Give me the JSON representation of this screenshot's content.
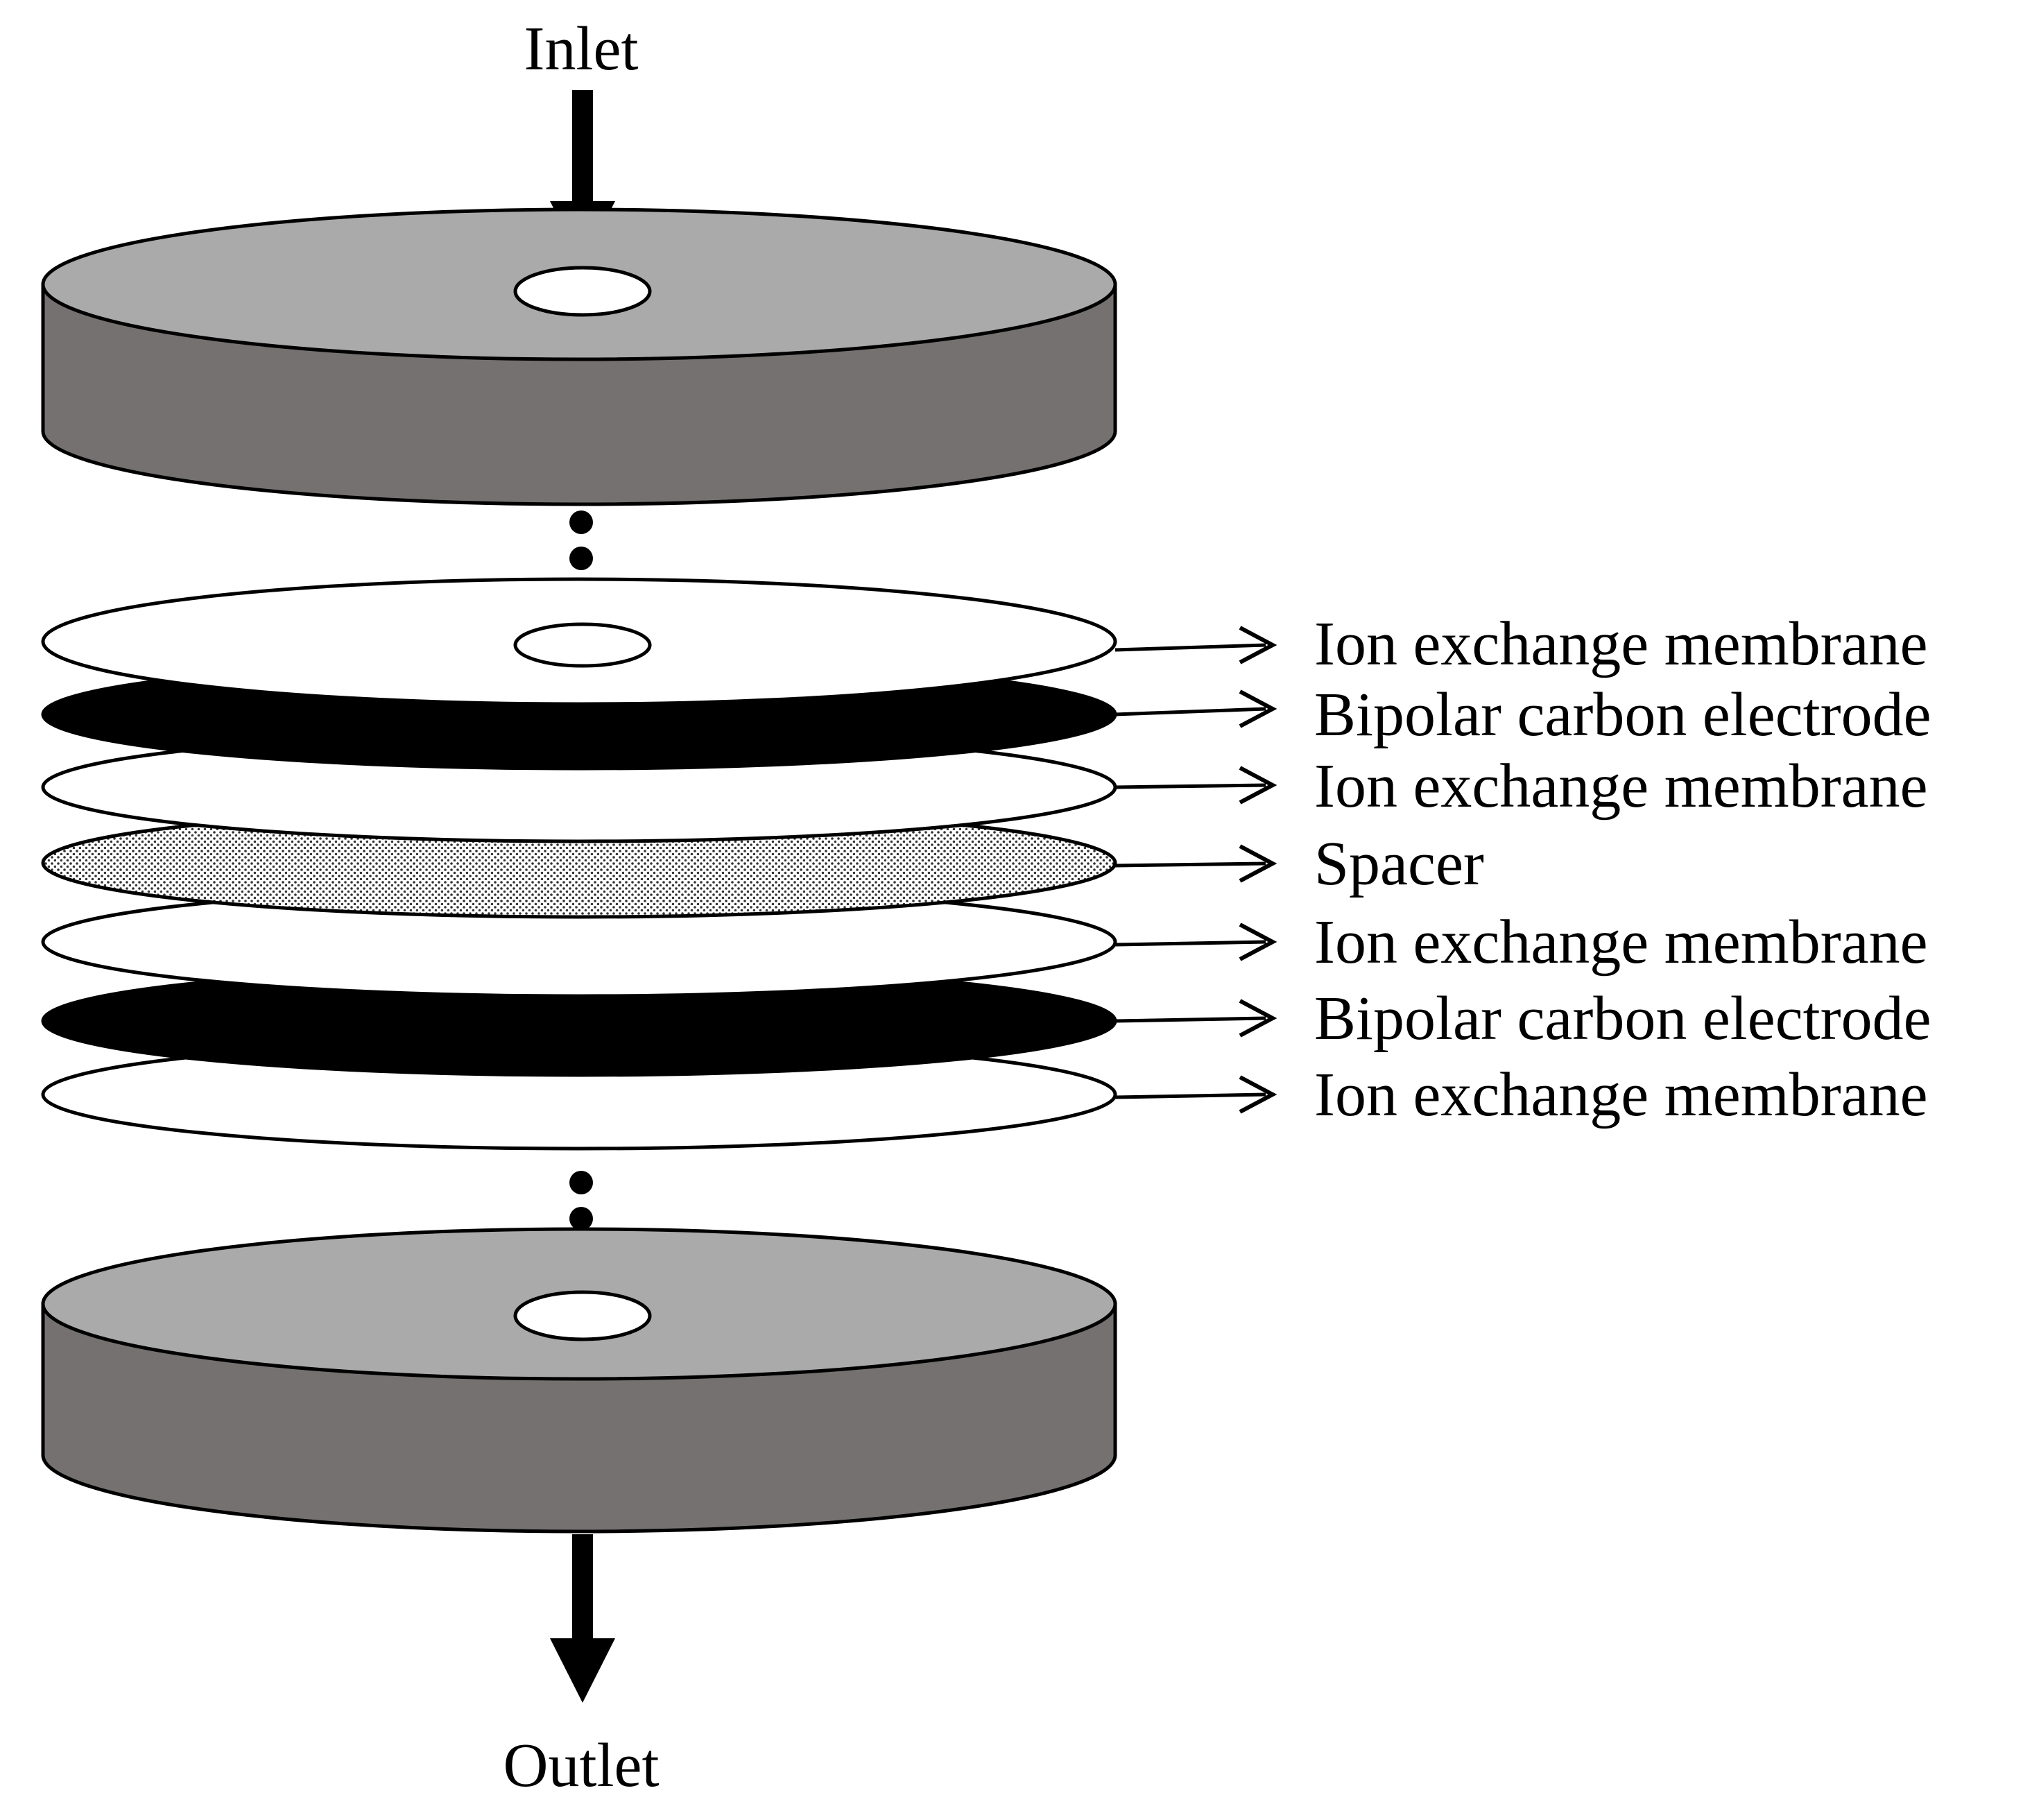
{
  "flow": {
    "inlet_label": "Inlet",
    "outlet_label": "Outlet"
  },
  "layers": [
    {
      "label": "Ion exchange membrane",
      "kind": "membrane"
    },
    {
      "label": "Bipolar carbon electrode",
      "kind": "electrode"
    },
    {
      "label": "Ion exchange membrane",
      "kind": "membrane"
    },
    {
      "label": "Spacer",
      "kind": "spacer"
    },
    {
      "label": "Ion exchange membrane",
      "kind": "membrane"
    },
    {
      "label": "Bipolar carbon electrode",
      "kind": "electrode"
    },
    {
      "label": "Ion exchange membrane",
      "kind": "membrane"
    }
  ],
  "colors": {
    "end_plate_top": "#aaaaaa",
    "end_plate_side": "#767171",
    "membrane": "#ffffff",
    "electrode": "#000000",
    "spacer": "#eeeeee",
    "outline": "#000000"
  }
}
